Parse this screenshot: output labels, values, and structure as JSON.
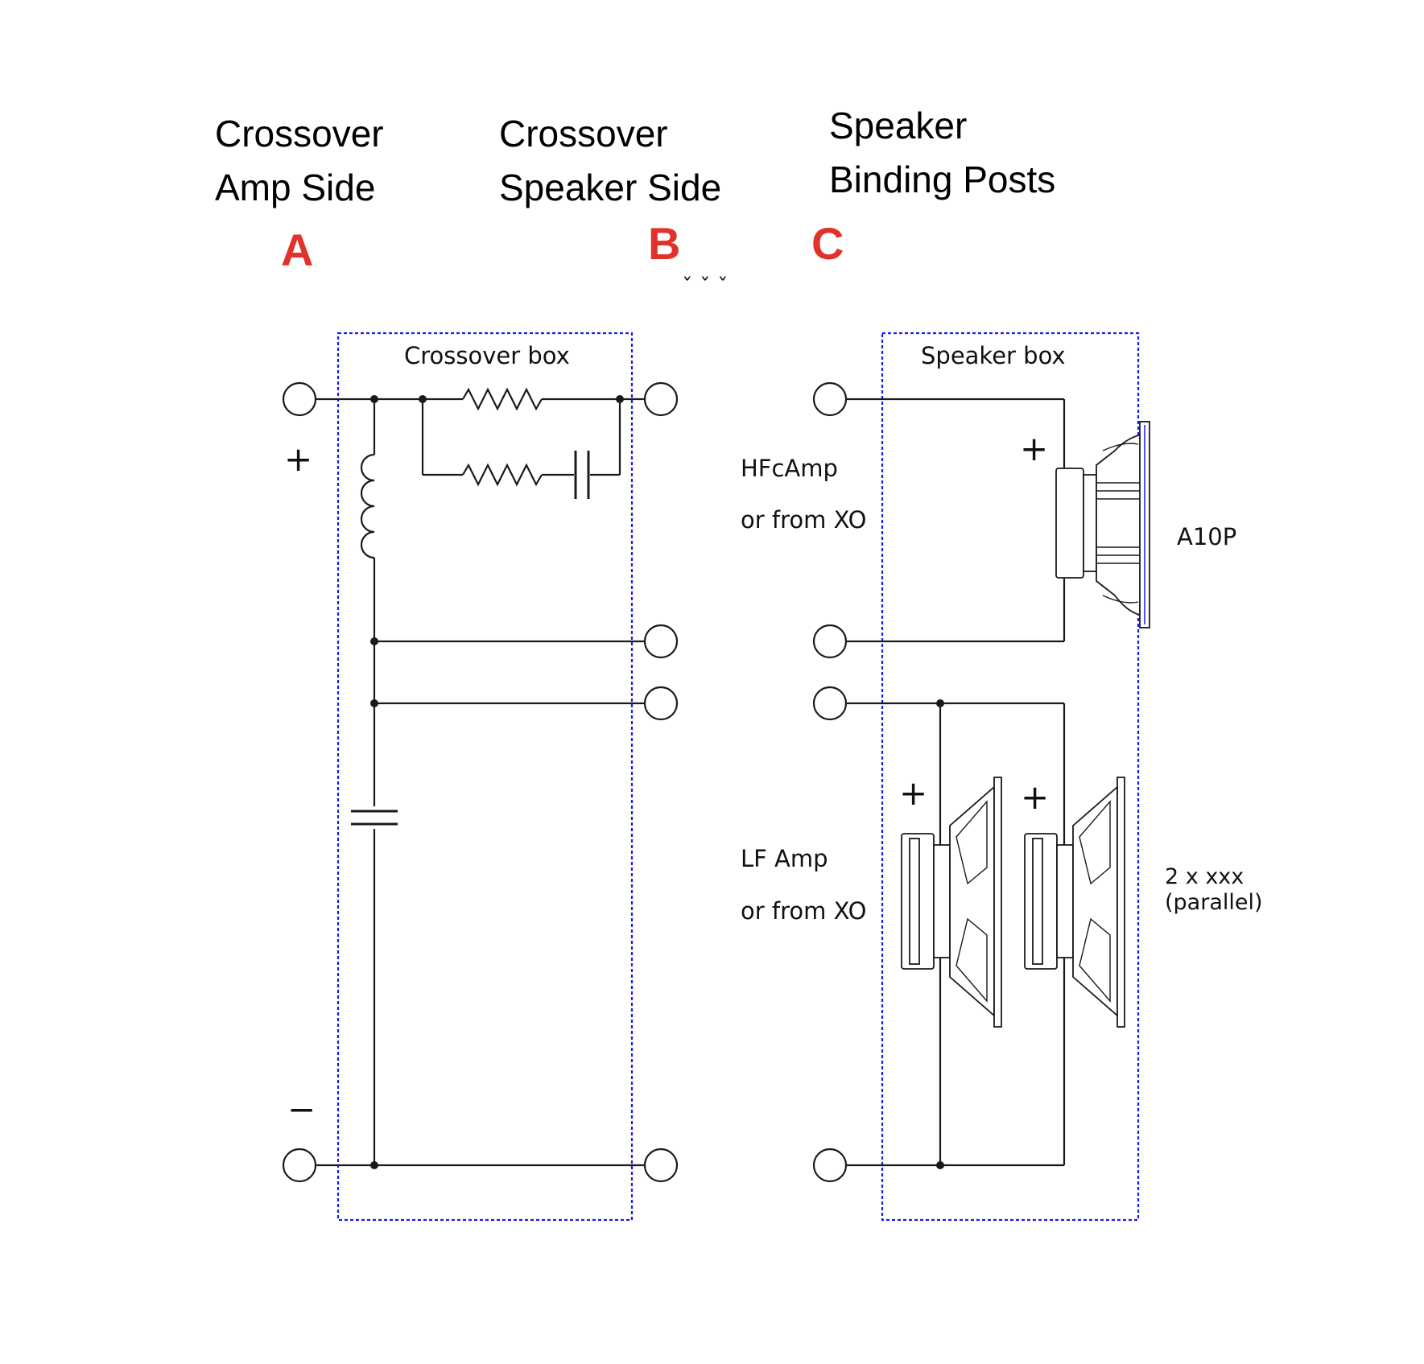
{
  "headers": {
    "amp_side": {
      "line1": "Crossover",
      "line2": "Amp Side",
      "letter": "A"
    },
    "speaker_side": {
      "line1": "Crossover",
      "line2": "Speaker Side",
      "letter": "B"
    },
    "binding_posts": {
      "line1": "Speaker",
      "line2": "Binding Posts",
      "letter": "C"
    }
  },
  "marks": {
    "ticks": "ˇ   ˇ   ˇ"
  },
  "crossover_box": {
    "title": "Crossover box"
  },
  "speaker_box": {
    "title": "Speaker box"
  },
  "polarity": {
    "plus": "+",
    "minus": "−"
  },
  "hf_input": {
    "line1": "HFcAmp",
    "line2": "or from XO"
  },
  "lf_input": {
    "line1": "LF Amp",
    "line2": "or from XO"
  },
  "hf_driver": {
    "label": "A10P"
  },
  "lf_drivers": {
    "line1": "2 x xxx",
    "line2": "(parallel)"
  },
  "colors": {
    "letters": "#e0322a",
    "box_border": "#1a1aee",
    "lines": "#1a1a1a"
  }
}
